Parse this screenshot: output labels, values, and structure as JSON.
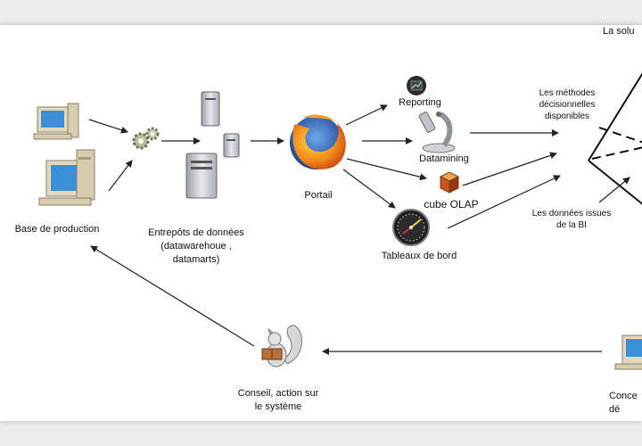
{
  "labels": {
    "top_right": "La solu",
    "base_production": "Base de production",
    "entrepots": "Entrepôts de données\n(datawarehoue ,\ndatamarts)",
    "portail": "Portail",
    "reporting": "Reporting",
    "datamining": "Datamining",
    "cube_olap": "cube OLAP",
    "tableaux_bord": "Tableaux de bord",
    "methodes": "Les méthodes\ndécisionnelles\ndisponibles",
    "donnees_bi": "Les données issues\nde la BI",
    "conseil": "Conseil, action sur\nle système",
    "concep": "Conce\ndé"
  },
  "colors": {
    "arrow": "#222222",
    "monitor_beige": "#e8dcc0",
    "screen_blue": "#3a8fd6",
    "server_gray": "#c8ccd2",
    "firefox_orange": "#e8661a",
    "firefox_blue": "#2b4c9c"
  },
  "icons": [
    "computer-icon",
    "gears-icon",
    "server-icon",
    "firefox-icon",
    "reporting-icon",
    "microscope-icon",
    "cube-icon",
    "gauge-icon",
    "squirrel-reader-icon"
  ]
}
